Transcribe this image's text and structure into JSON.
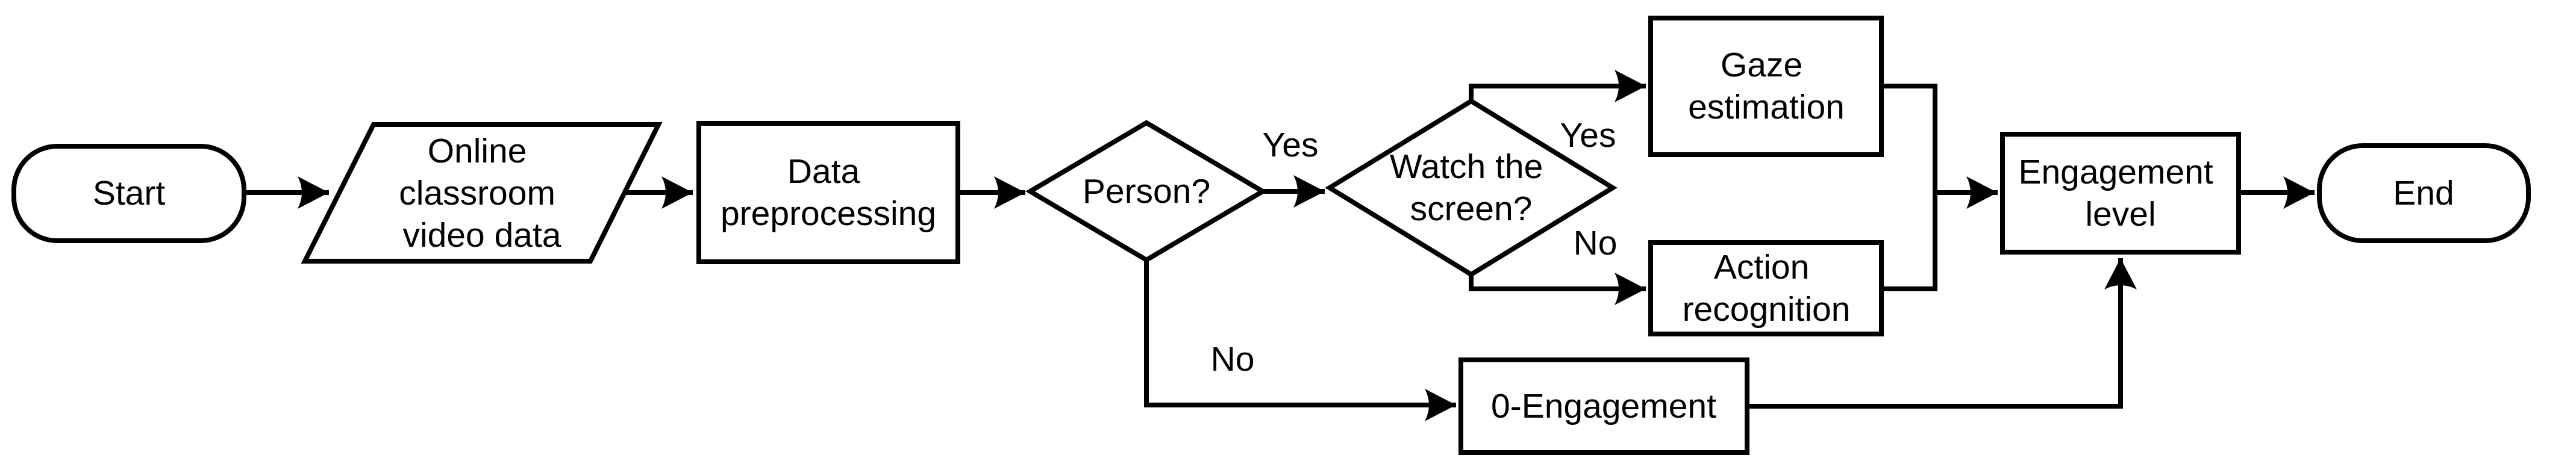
{
  "diagram": {
    "colors": {
      "background": "#ffffff",
      "ink": "#000000"
    },
    "nodes": [
      {
        "id": "start",
        "shape": "terminator",
        "lines": [
          "Start"
        ]
      },
      {
        "id": "online-classroom-video-data",
        "shape": "parallelogram",
        "lines": [
          "Online",
          "classroom",
          "video data"
        ]
      },
      {
        "id": "data-preprocessing",
        "shape": "process",
        "lines": [
          "Data",
          "preprocessing"
        ]
      },
      {
        "id": "person",
        "shape": "decision",
        "lines": [
          "Person?"
        ]
      },
      {
        "id": "watch-the-screen",
        "shape": "decision",
        "lines": [
          "Watch the",
          "screen?"
        ]
      },
      {
        "id": "gaze-estimation",
        "shape": "process",
        "lines": [
          "Gaze",
          "estimation"
        ]
      },
      {
        "id": "action-recognition",
        "shape": "process",
        "lines": [
          "Action",
          "recognition"
        ]
      },
      {
        "id": "zero-engagement",
        "shape": "process",
        "lines": [
          "0-Engagement"
        ]
      },
      {
        "id": "engagement-level",
        "shape": "process",
        "lines": [
          "Engagement",
          "level"
        ]
      },
      {
        "id": "end",
        "shape": "terminator",
        "lines": [
          "End"
        ]
      }
    ],
    "edges": [
      {
        "from": "start",
        "to": "online-classroom-video-data",
        "label": ""
      },
      {
        "from": "online-classroom-video-data",
        "to": "data-preprocessing",
        "label": ""
      },
      {
        "from": "data-preprocessing",
        "to": "person",
        "label": ""
      },
      {
        "from": "person",
        "to": "watch-the-screen",
        "label": "Yes"
      },
      {
        "from": "watch-the-screen",
        "to": "gaze-estimation",
        "label": "Yes"
      },
      {
        "from": "watch-the-screen",
        "to": "action-recognition",
        "label": "No"
      },
      {
        "from": "gaze-estimation",
        "to": "engagement-level",
        "label": ""
      },
      {
        "from": "action-recognition",
        "to": "engagement-level",
        "label": ""
      },
      {
        "from": "person",
        "to": "zero-engagement",
        "label": "No"
      },
      {
        "from": "zero-engagement",
        "to": "engagement-level",
        "label": ""
      },
      {
        "from": "engagement-level",
        "to": "end",
        "label": ""
      }
    ]
  }
}
